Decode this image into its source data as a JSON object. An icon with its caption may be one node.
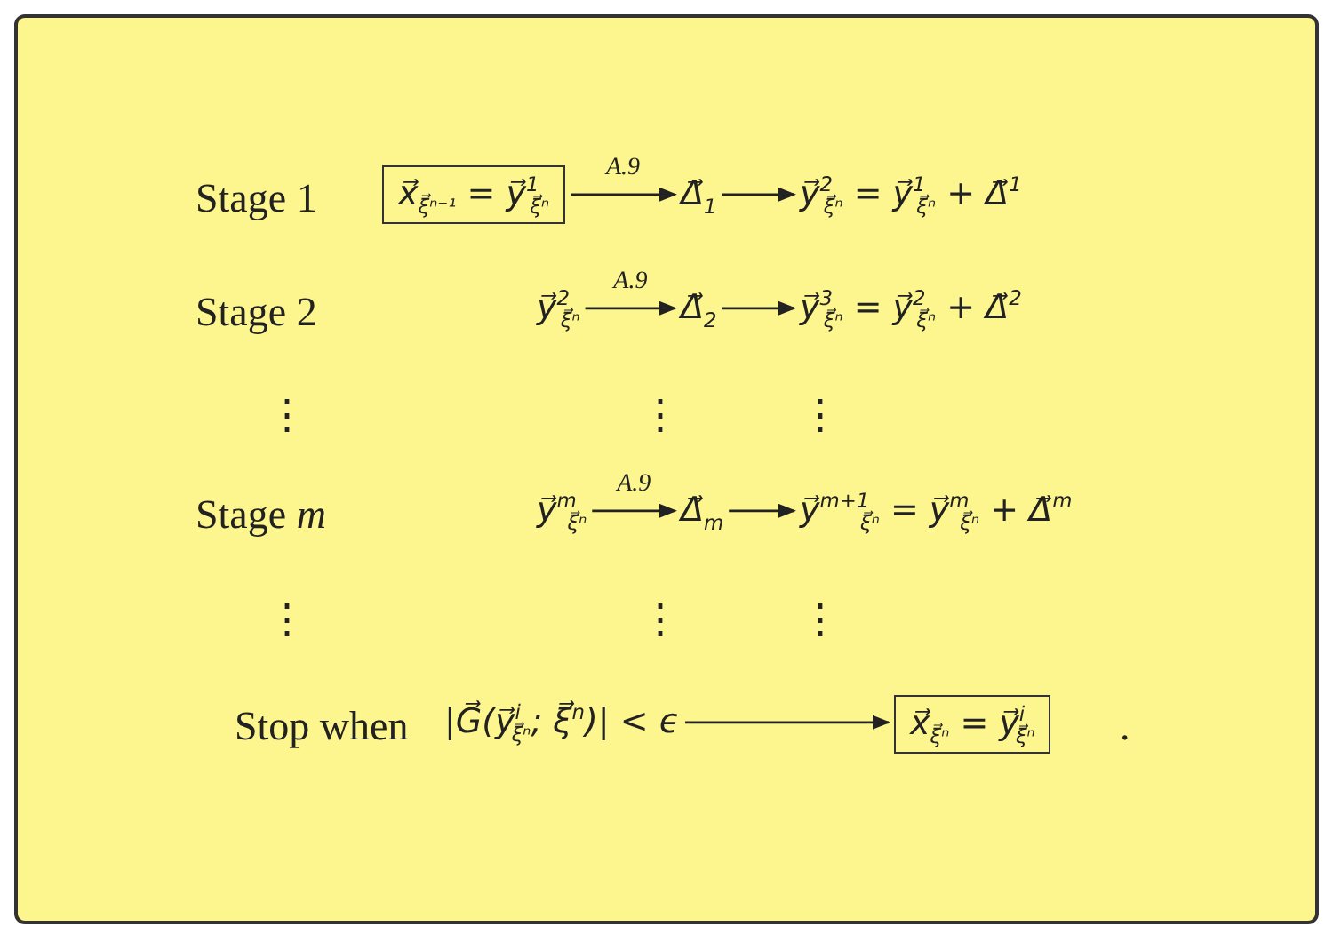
{
  "diagram": {
    "nodes": [
      {
        "text": [
          "x⃗$_{ξ⃗ⁿ⁻¹}$ = y⃗$^{1}$$_{ξ⃗ⁿ}$"
        ]
      },
      {
        "text": [
          "Δ⃗$_{1}$"
        ]
      },
      {
        "text": [
          "y⃗$^{2}$$_{ξ⃗ⁿ}$ = y⃗$^{1}$$_{ξ⃗ⁿ}$ + Δ⃗$^{1}$"
        ]
      },
      {
        "text": [
          "y⃗$^{2}$$_{ξ⃗ⁿ}$"
        ]
      },
      {
        "text": [
          "Δ⃗$_{2}$"
        ]
      },
      {
        "text": [
          "y⃗$^{3}$$_{ξ⃗ⁿ}$ = y⃗$^{2}$$_{ξ⃗ⁿ}$ + Δ⃗$^{2}$"
        ]
      },
      {
        "text": [
          "y⃗$^{m}$$_{ξ⃗ⁿ}$"
        ]
      },
      {
        "text": [
          "Δ⃗$_{m}$"
        ]
      },
      {
        "text": [
          "y⃗$^{m+1}$$_{ξ⃗ⁿ}$ = y⃗$^{m}$$_{ξ⃗ⁿ}$ + Δ⃗$^{m}$"
        ]
      },
      {
        "text": [
          "|G⃗(y⃗$^{i}$$_{ξ⃗ⁿ}$; ξ⃗$^{n}$)| < ϵ"
        ]
      },
      {
        "text": [
          "x⃗$_{ξ⃗ⁿ}$ = y⃗$^{i}$$_{ξ⃗ⁿ}$"
        ]
      }
    ],
    "edges": [
      {
        "from": 0,
        "to": 1,
        "arrow": "to",
        "label": "A.9"
      },
      {
        "from": 1,
        "to": 2,
        "arrow": "to"
      },
      {
        "from": 3,
        "to": 4,
        "arrow": "to",
        "label": "A.9"
      },
      {
        "from": 4,
        "to": 5,
        "arrow": "to"
      },
      {
        "from": 6,
        "to": 7,
        "arrow": "to",
        "label": "A.9"
      },
      {
        "from": 7,
        "to": 8,
        "arrow": "to"
      },
      {
        "from": 9,
        "to": 10,
        "arrow": "to"
      }
    ],
    "labels": [
      "Stage 1",
      "Stage 2",
      "⋮",
      "⋮",
      "⋮",
      "Stage *m*",
      "⋮",
      "⋮",
      "⋮",
      "Stop when",
      "."
    ]
  }
}
